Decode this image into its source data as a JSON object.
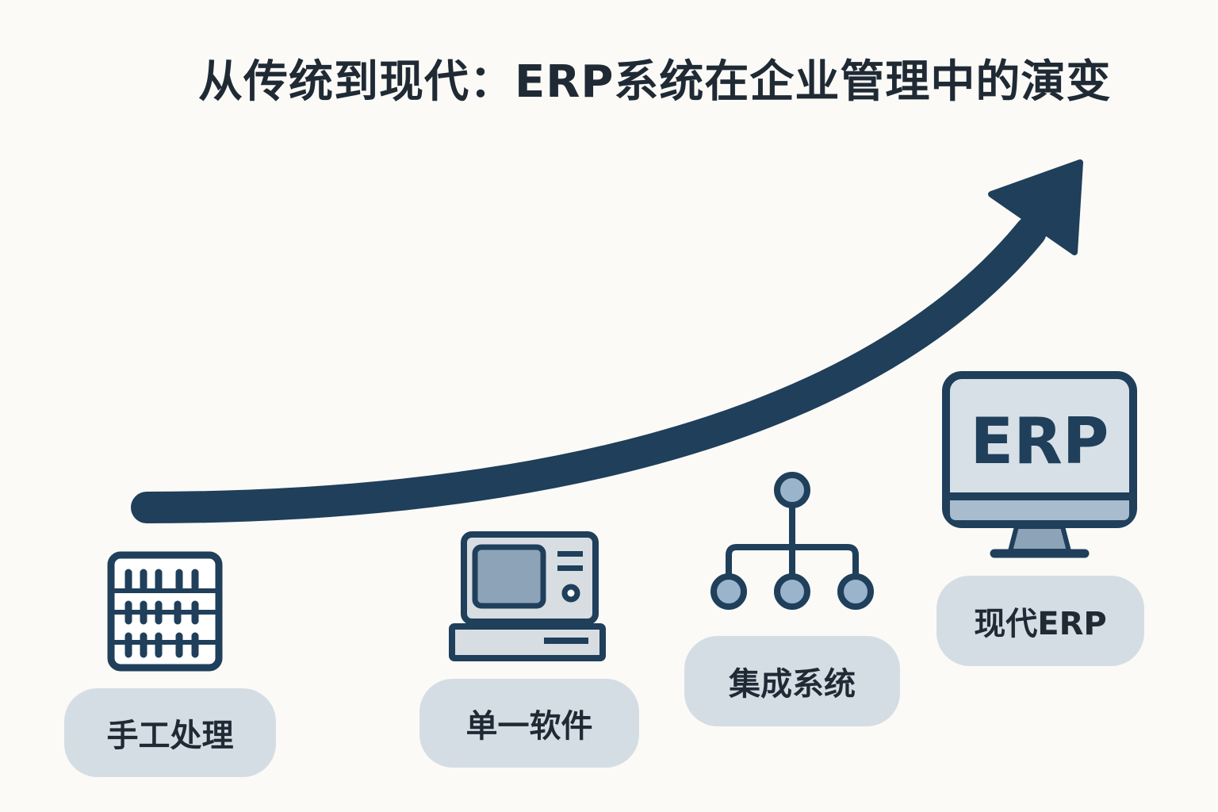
{
  "title": "从传统到现代：ERP系统在企业管理中的演变",
  "stages": [
    {
      "label": "手工处理",
      "icon": "abacus-icon"
    },
    {
      "label": "单一软件",
      "icon": "computer-icon"
    },
    {
      "label": "集成系统",
      "icon": "hierarchy-icon"
    },
    {
      "label": "现代ERP",
      "icon": "monitor-icon",
      "screen_text": "ERP"
    }
  ],
  "colors": {
    "dark": "#1f3f5b",
    "pill": "#d5dde4",
    "accent": "#8faac2",
    "background": "#fbfaf6"
  }
}
